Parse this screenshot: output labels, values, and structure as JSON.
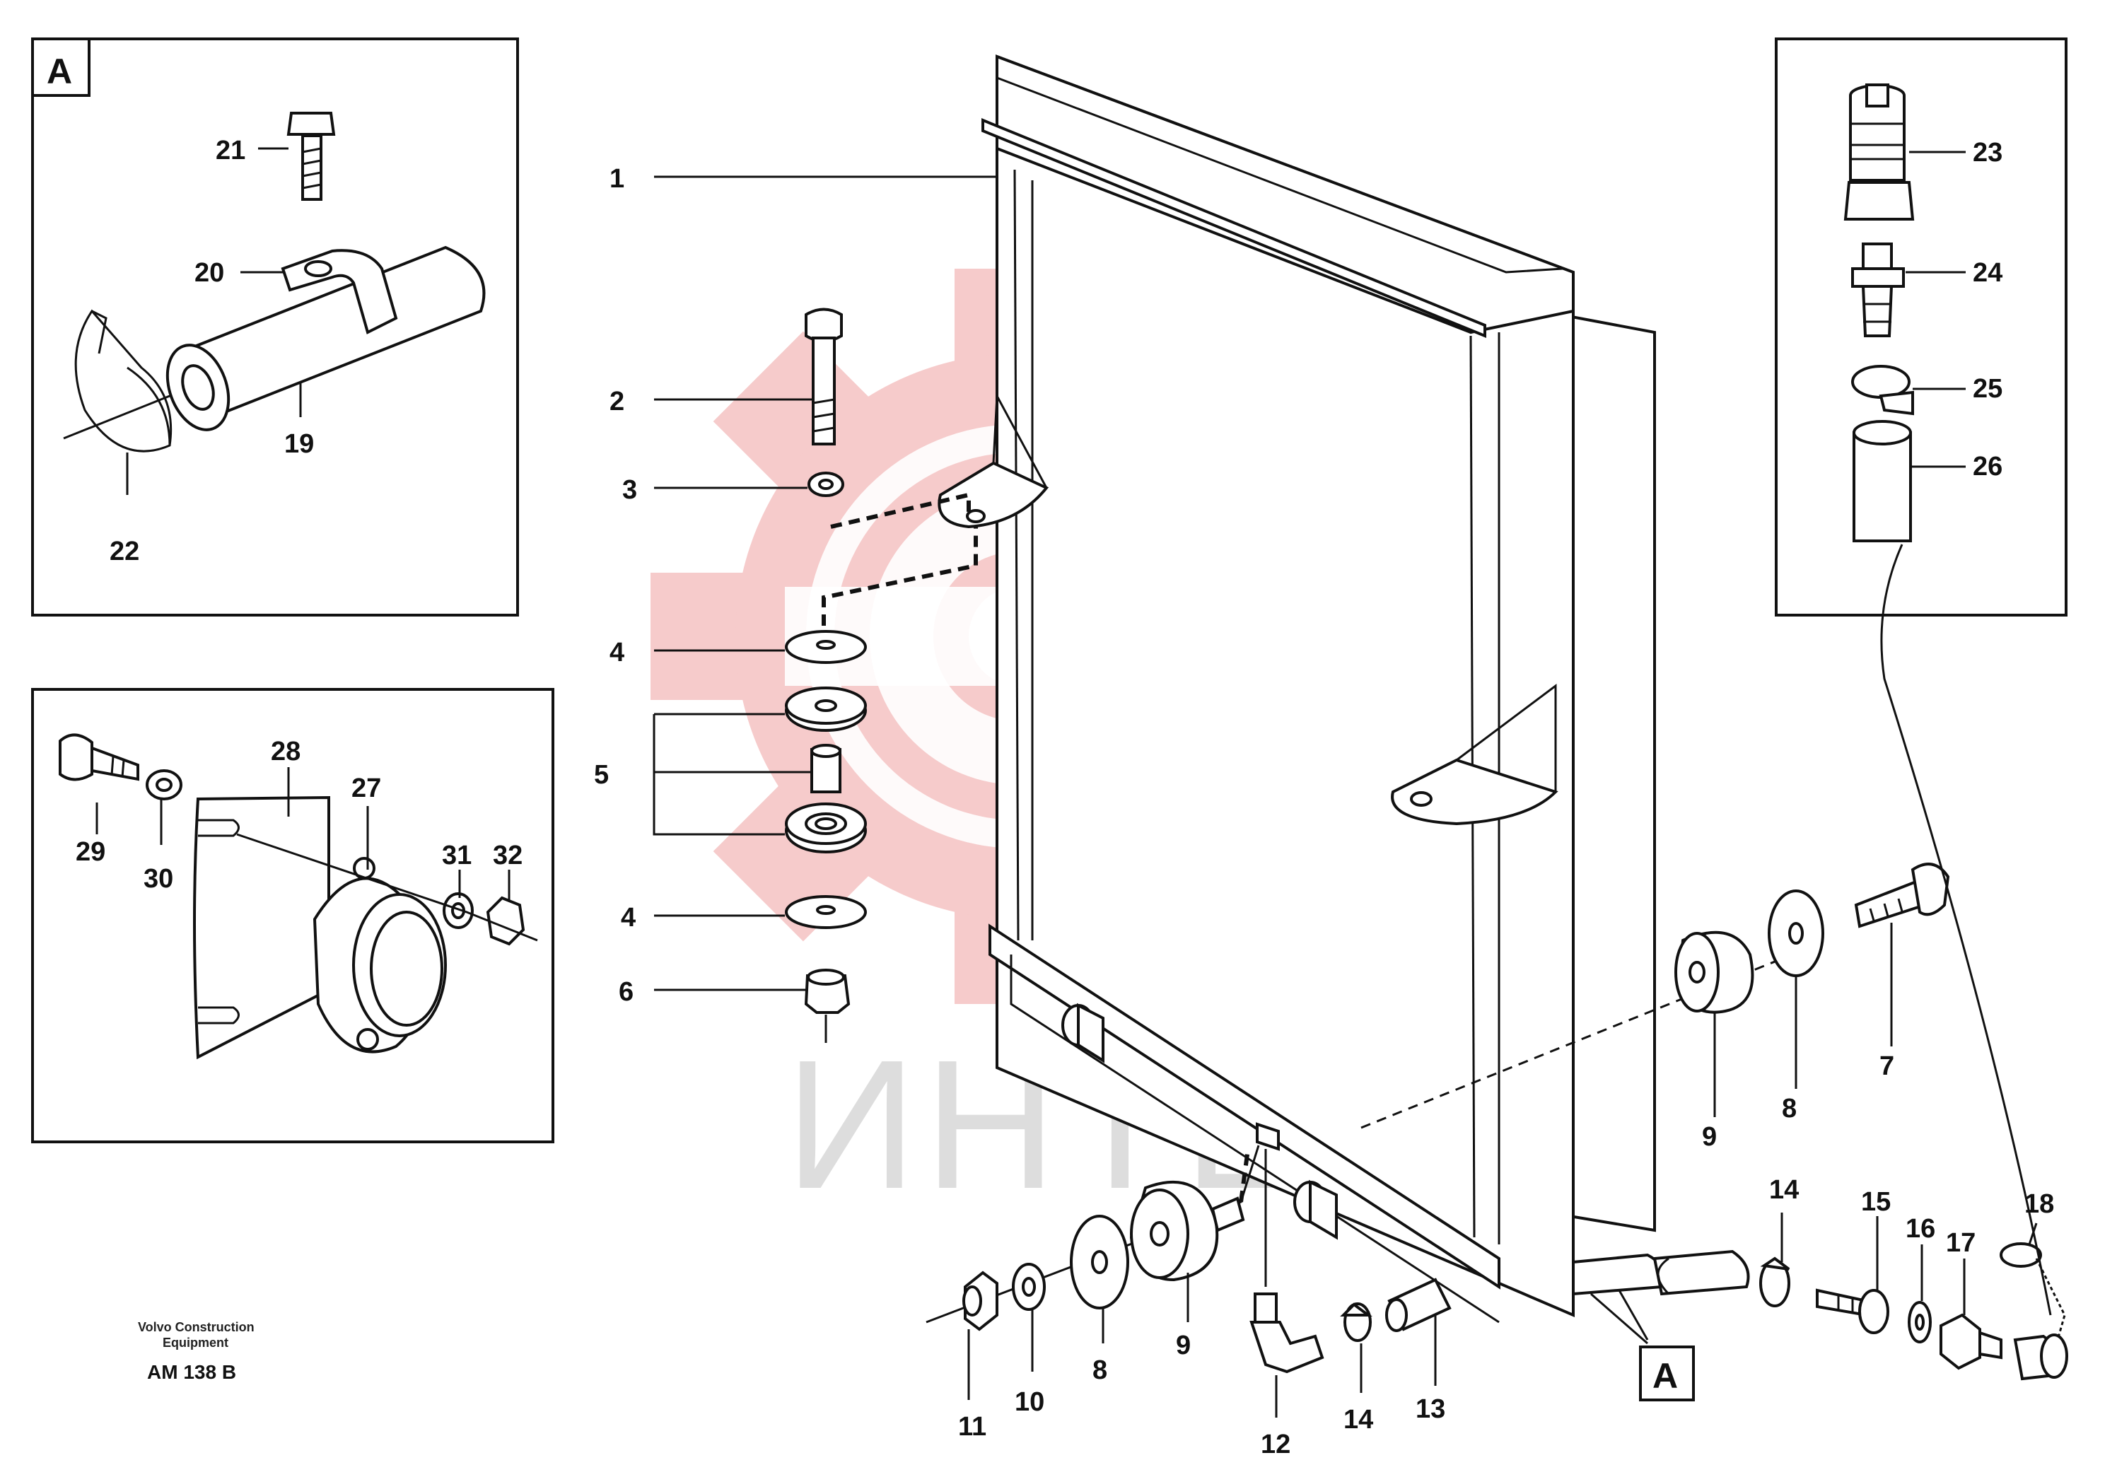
{
  "watermark": {
    "text": "ИНТЕХ",
    "gear_color": "#f5c2c2",
    "text_color": "#dddddd"
  },
  "detail_tag": "A",
  "footer": {
    "maker_line1": "Volvo Construction",
    "maker_line2": "Equipment",
    "code": "AM 138 B"
  },
  "callouts": {
    "p1": "1",
    "p2": "2",
    "p3": "3",
    "p4a": "4",
    "p4b": "4",
    "p5": "5",
    "p6": "6",
    "p7": "7",
    "p8a": "8",
    "p8b": "8",
    "p9a": "9",
    "p9b": "9",
    "p10": "10",
    "p11": "11",
    "p12": "12",
    "p13": "13",
    "p14a": "14",
    "p14b": "14",
    "p15": "15",
    "p16": "16",
    "p17": "17",
    "p18": "18",
    "p19": "19",
    "p20": "20",
    "p21": "21",
    "p22": "22",
    "p23": "23",
    "p24": "24",
    "p25": "25",
    "p26": "26",
    "p27": "27",
    "p28": "28",
    "p29": "29",
    "p30": "30",
    "p31": "31",
    "p32": "32"
  }
}
